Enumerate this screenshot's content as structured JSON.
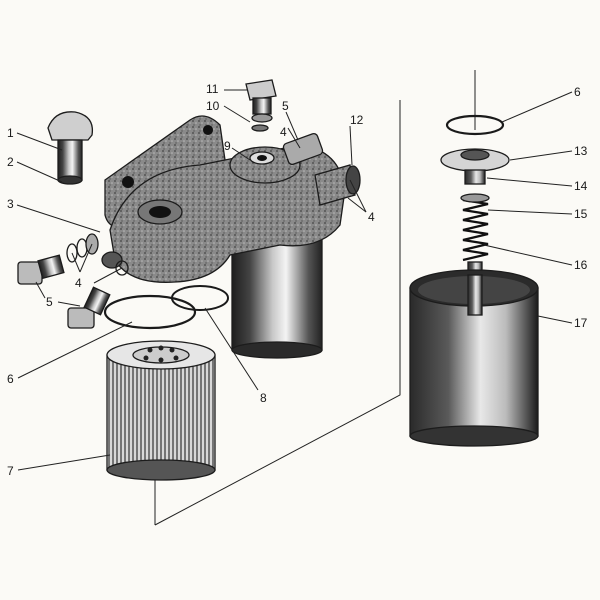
{
  "diagram": {
    "callouts": [
      {
        "id": "c1",
        "text": "1"
      },
      {
        "id": "c2",
        "text": "2"
      },
      {
        "id": "c3",
        "text": "3"
      },
      {
        "id": "c4a",
        "text": "4"
      },
      {
        "id": "c4b",
        "text": "4"
      },
      {
        "id": "c4c",
        "text": "4"
      },
      {
        "id": "c5a",
        "text": "5"
      },
      {
        "id": "c5b",
        "text": "5"
      },
      {
        "id": "c6a",
        "text": "6"
      },
      {
        "id": "c6b",
        "text": "6"
      },
      {
        "id": "c7",
        "text": "7"
      },
      {
        "id": "c8",
        "text": "8"
      },
      {
        "id": "c9",
        "text": "9"
      },
      {
        "id": "c10",
        "text": "10"
      },
      {
        "id": "c11",
        "text": "11"
      },
      {
        "id": "c12",
        "text": "12"
      },
      {
        "id": "c13",
        "text": "13"
      },
      {
        "id": "c14",
        "text": "14"
      },
      {
        "id": "c15",
        "text": "15"
      },
      {
        "id": "c16",
        "text": "16"
      },
      {
        "id": "c17",
        "text": "17"
      }
    ]
  },
  "colors": {
    "ink": "#1c1c1c",
    "paper": "#fbfaf6",
    "metal": "#6a6a6a",
    "dark": "#333333"
  }
}
